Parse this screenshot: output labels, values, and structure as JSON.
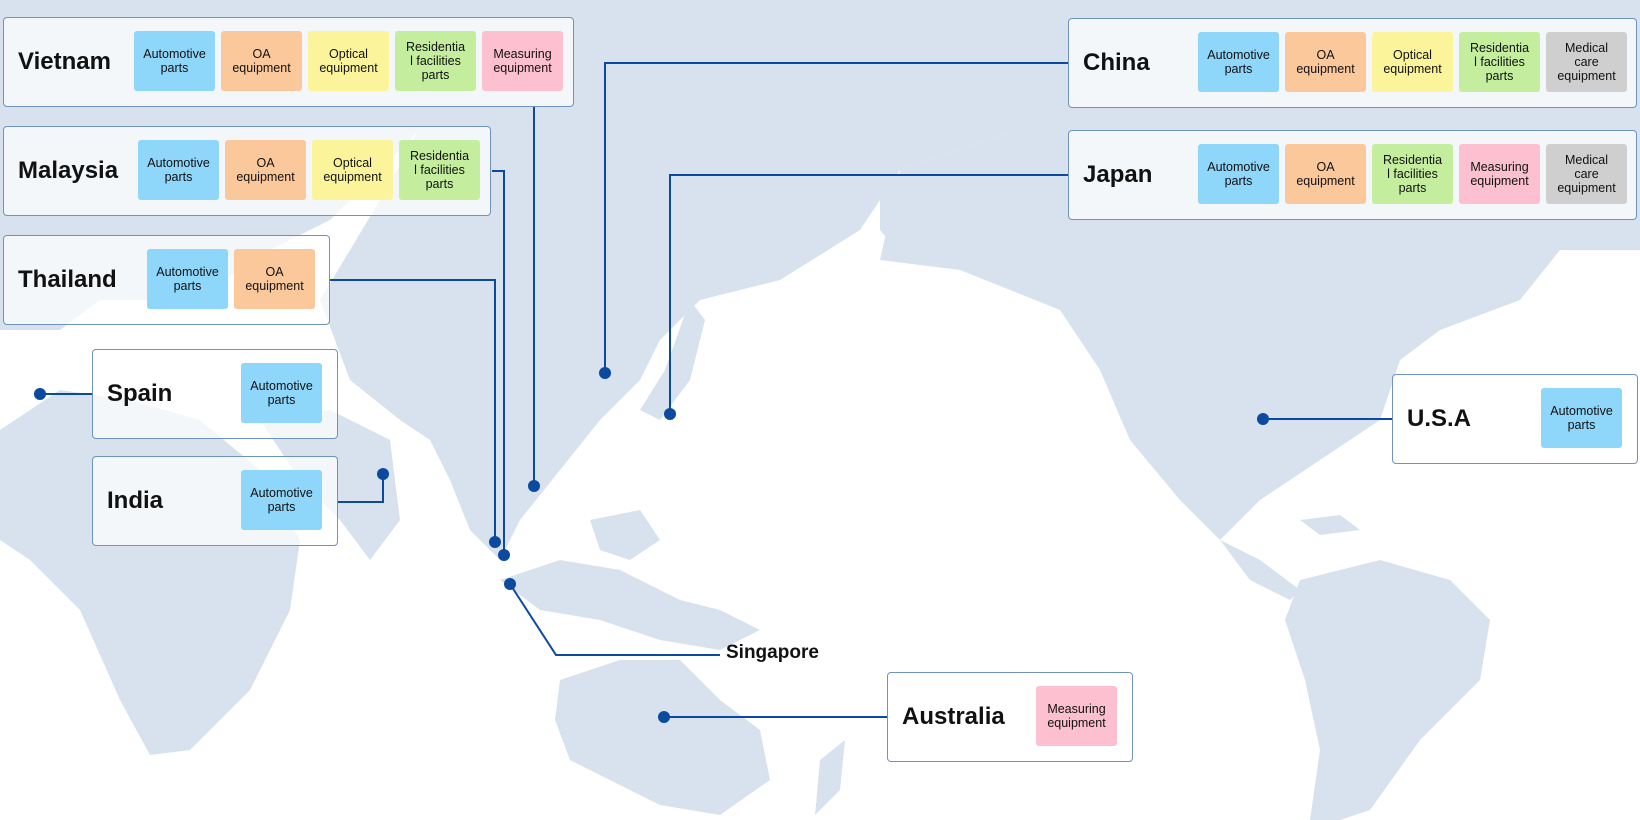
{
  "categories": {
    "automotive": {
      "label": "Automotive\nparts",
      "color": "#8ed6fa"
    },
    "oa": {
      "label": "OA\nequipment",
      "color": "#fbc89b"
    },
    "optical": {
      "label": "Optical\nequipment",
      "color": "#fbf49b"
    },
    "residential": {
      "label": "Residentia\nl facilities\nparts",
      "color": "#c4ee9e"
    },
    "measuring": {
      "label": "Measuring\nequipment",
      "color": "#fdc0d1"
    },
    "medical": {
      "label": "Medical\ncare\nequipment",
      "color": "#cfcfcf"
    }
  },
  "locations": [
    {
      "id": "vietnam",
      "name": "Vietnam",
      "products": [
        "automotive",
        "oa",
        "optical",
        "residential",
        "measuring"
      ]
    },
    {
      "id": "malaysia",
      "name": "Malaysia",
      "products": [
        "automotive",
        "oa",
        "optical",
        "residential"
      ]
    },
    {
      "id": "thailand",
      "name": "Thailand",
      "products": [
        "automotive",
        "oa"
      ]
    },
    {
      "id": "spain",
      "name": "Spain",
      "products": [
        "automotive"
      ]
    },
    {
      "id": "india",
      "name": "India",
      "products": [
        "automotive"
      ]
    },
    {
      "id": "china",
      "name": "China",
      "products": [
        "automotive",
        "oa",
        "optical",
        "residential",
        "medical"
      ]
    },
    {
      "id": "japan",
      "name": "Japan",
      "products": [
        "automotive",
        "oa",
        "residential",
        "measuring",
        "medical"
      ]
    },
    {
      "id": "usa",
      "name": "U.S.A",
      "products": [
        "automotive"
      ]
    },
    {
      "id": "australia",
      "name": "Australia",
      "products": [
        "measuring"
      ]
    }
  ],
  "singapore": {
    "name": "Singapore"
  },
  "colors": {
    "land": "#d7e2ee",
    "line": "#0b4a9e",
    "card_border": "#6e93bf"
  }
}
